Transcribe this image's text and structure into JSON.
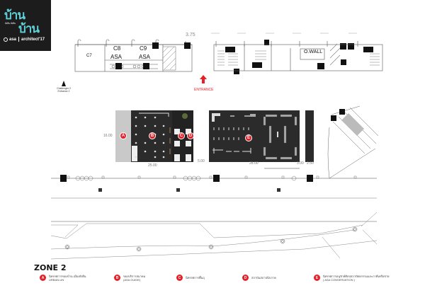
{
  "logo": {
    "line1": "บ้าน",
    "line2": "บ้าน",
    "subline": "ยั่งยืน ยั่งยืน",
    "org": "asa",
    "event": "architect'17"
  },
  "plan": {
    "booths_top": [
      "C7",
      "C8",
      "C9"
    ],
    "asa_labels": [
      "ASA",
      "ASA"
    ],
    "dim_375": "3.75",
    "ownwall": "O.WALL",
    "entrance_label": "ENTRANCE",
    "challenger_label": "Challenger 2",
    "challenger_sub": "Entrance 2",
    "dim_1600": "16.00",
    "dim_2500": "25.00",
    "dim_500": "5.00",
    "dim_2800": "28.00",
    "dim_300": "3.00",
    "dim_250": "2.50"
  },
  "markers": [
    "A",
    "B",
    "C",
    "D",
    "E"
  ],
  "legend": {
    "title": "ZONE 2",
    "items": [
      {
        "marker": "A",
        "text": "นิทรรศการของบ้าน เมืองยั่งยืน",
        "sub": "URBAN-UN"
      },
      {
        "marker": "B",
        "text": "ของบริการสมาคม",
        "sub": "(ASA GUIDE)"
      },
      {
        "marker": "C",
        "text": "นิทรรศการพื้นถุ",
        "sub": ""
      },
      {
        "marker": "D",
        "text": "สถาบันสถาปนิกภาค",
        "sub": ""
      },
      {
        "marker": "E",
        "text": "นิทรรศการอนุรักษ์ศิลปสถาปัตยกรรมและภาคีเครือข่าย",
        "sub": "( ASA CONSERVATION )"
      }
    ]
  },
  "colors": {
    "accent_red": "#e52028",
    "logo_bg": "#1c1c1c",
    "logo_teal": "#5fd0d8",
    "floor_dark": "#2b2b2b"
  }
}
